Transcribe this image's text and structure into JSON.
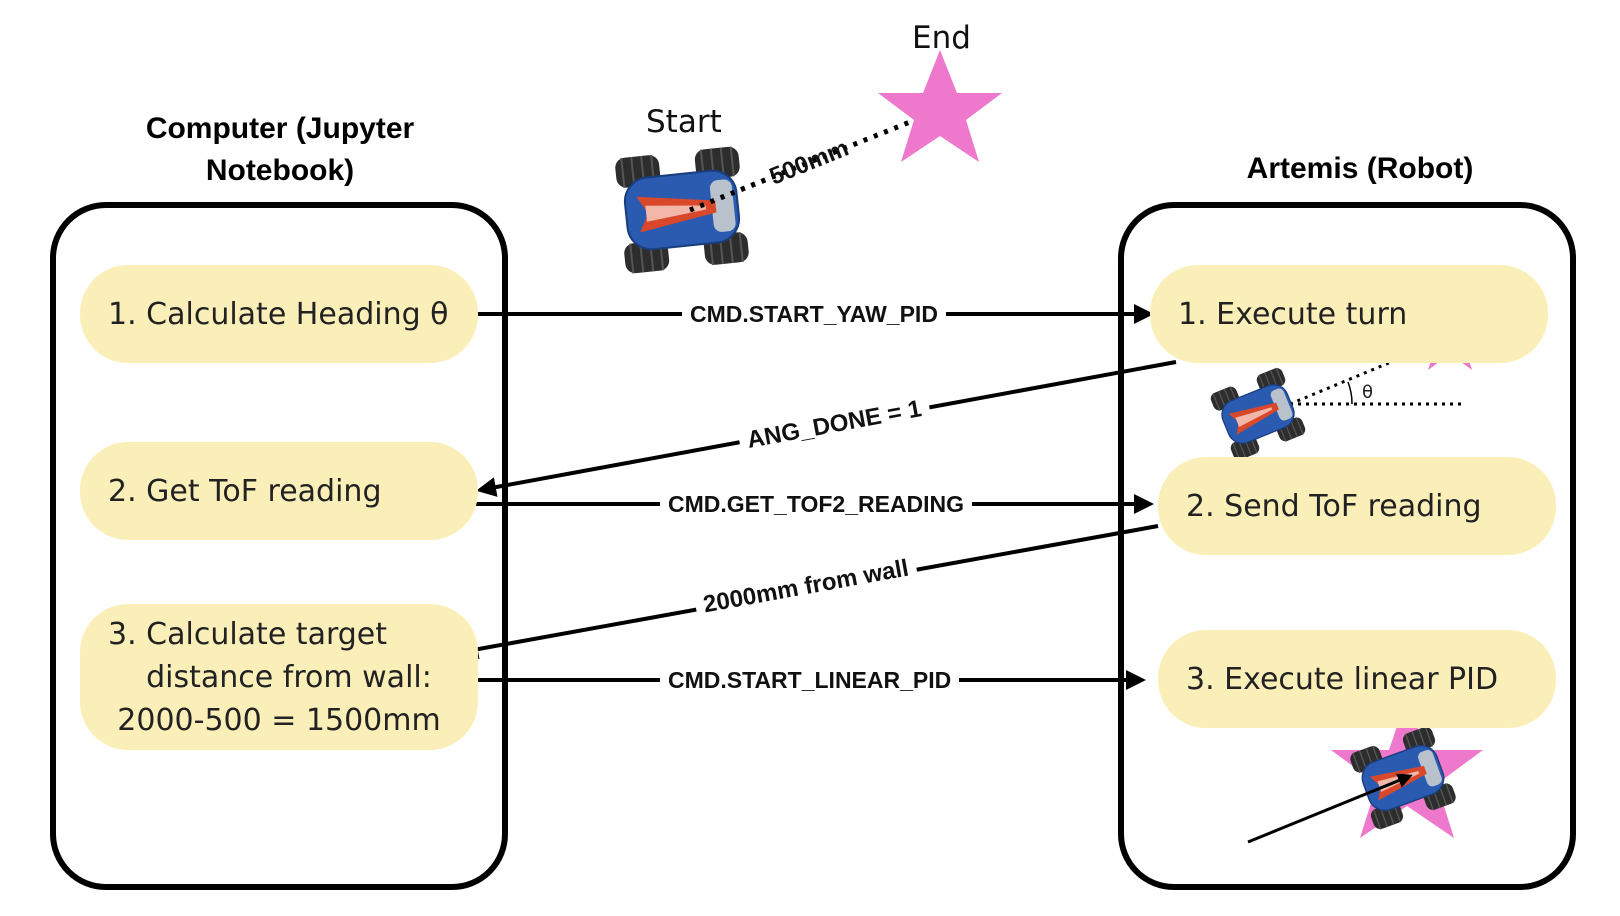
{
  "computer": {
    "title_line1": "Computer (Jupyter",
    "title_line2": "Notebook)"
  },
  "robot": {
    "title": "Artemis (Robot)"
  },
  "top": {
    "start_label": "Start",
    "end_label": "End",
    "distance_label": "500mm"
  },
  "computer_steps": {
    "step1": "1. Calculate Heading θ",
    "step2": "2. Get ToF reading",
    "step3_line1": "3. Calculate target",
    "step3_line2": "distance from wall:",
    "step3_line3": "2000-500 = 1500mm"
  },
  "robot_steps": {
    "step1": "1. Execute turn",
    "step2": "2. Send ToF reading",
    "step3": "3. Execute linear PID"
  },
  "messages": {
    "start_yaw": "CMD.START_YAW_PID",
    "ang_done": "ANG_DONE  = 1",
    "get_tof": "CMD.GET_TOF2_READING",
    "wall_dist": "2000mm from wall",
    "start_linear": "CMD.START_LINEAR_PID"
  },
  "angle_symbol": "θ",
  "colors": {
    "step_fill": "#fbefb9",
    "star": "#ee78cb",
    "car_body": "#2a5bb0",
    "car_stripe": "#d9482a",
    "tire": "#2d2d2d"
  }
}
